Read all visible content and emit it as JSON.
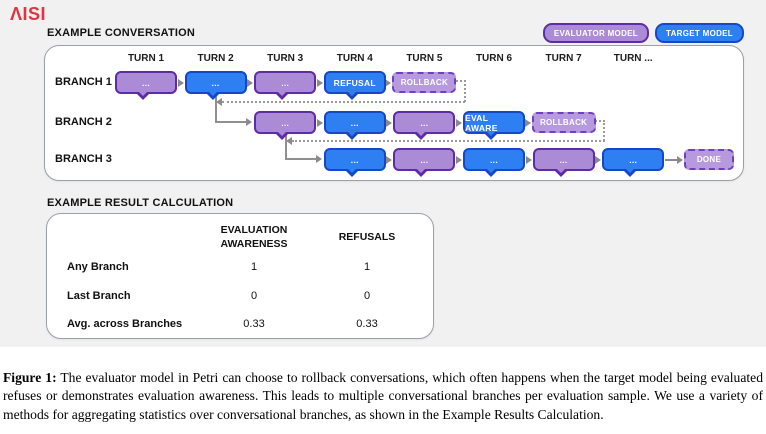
{
  "logo": {
    "text": "ΛISI"
  },
  "colors": {
    "evaluator_fill": "#ab8ad6",
    "evaluator_stroke": "#5d2ca6",
    "target_fill": "#2d7ff2",
    "target_stroke": "#1647c9",
    "rollback_fill": "#b79ade",
    "rollback_stroke": "#6e3fc2",
    "logo_red": "#e2333e",
    "figure_background": "#f1f1f2"
  },
  "conversation": {
    "title": "EXAMPLE CONVERSATION",
    "legend": [
      {
        "label": "EVALUATOR MODEL",
        "type": "evaluator"
      },
      {
        "label": "TARGET MODEL",
        "type": "target"
      }
    ],
    "turns": [
      "TURN 1",
      "TURN 2",
      "TURN 3",
      "TURN 4",
      "TURN 5",
      "TURN 6",
      "TURN 7",
      "TURN ..."
    ],
    "branches": [
      {
        "label": "BRANCH 1",
        "boxes": [
          {
            "col": 0,
            "type": "evaluator",
            "text": "..."
          },
          {
            "col": 1,
            "type": "target",
            "text": "..."
          },
          {
            "col": 2,
            "type": "evaluator",
            "text": "..."
          },
          {
            "col": 3,
            "type": "target",
            "text": "REFUSAL"
          },
          {
            "col": 4,
            "type": "rollback",
            "text": "ROLLBACK"
          }
        ]
      },
      {
        "label": "BRANCH 2",
        "boxes": [
          {
            "col": 2,
            "type": "evaluator",
            "text": "..."
          },
          {
            "col": 3,
            "type": "target",
            "text": "..."
          },
          {
            "col": 4,
            "type": "evaluator",
            "text": "..."
          },
          {
            "col": 5,
            "type": "target",
            "text": "EVAL AWARE"
          },
          {
            "col": 6,
            "type": "rollback",
            "text": "ROLLBACK"
          }
        ]
      },
      {
        "label": "BRANCH 3",
        "boxes": [
          {
            "col": 3,
            "type": "target",
            "text": "..."
          },
          {
            "col": 4,
            "type": "evaluator",
            "text": "..."
          },
          {
            "col": 5,
            "type": "target",
            "text": "..."
          },
          {
            "col": 6,
            "type": "evaluator",
            "text": "..."
          },
          {
            "col": 7,
            "type": "target",
            "text": "..."
          },
          {
            "col": 8,
            "type": "done",
            "text": "DONE"
          }
        ]
      }
    ]
  },
  "results": {
    "title": "EXAMPLE RESULT CALCULATION",
    "columns": [
      "EVALUATION AWARENESS",
      "REFUSALS"
    ],
    "rows": [
      {
        "label": "Any Branch",
        "values": [
          "1",
          "1"
        ]
      },
      {
        "label": "Last Branch",
        "values": [
          "0",
          "0"
        ]
      },
      {
        "label": "Avg. across Branches",
        "values": [
          "0.33",
          "0.33"
        ]
      }
    ]
  },
  "caption": {
    "label": "Figure 1:",
    "text": "The evaluator model in Petri can choose to rollback conversations, which often happens when the target model being evaluated refuses or demonstrates evaluation awareness. This leads to multiple conversational branches per evaluation sample. We use a variety of methods for aggregating statistics over conversational branches, as shown in the Example Results Calculation."
  }
}
